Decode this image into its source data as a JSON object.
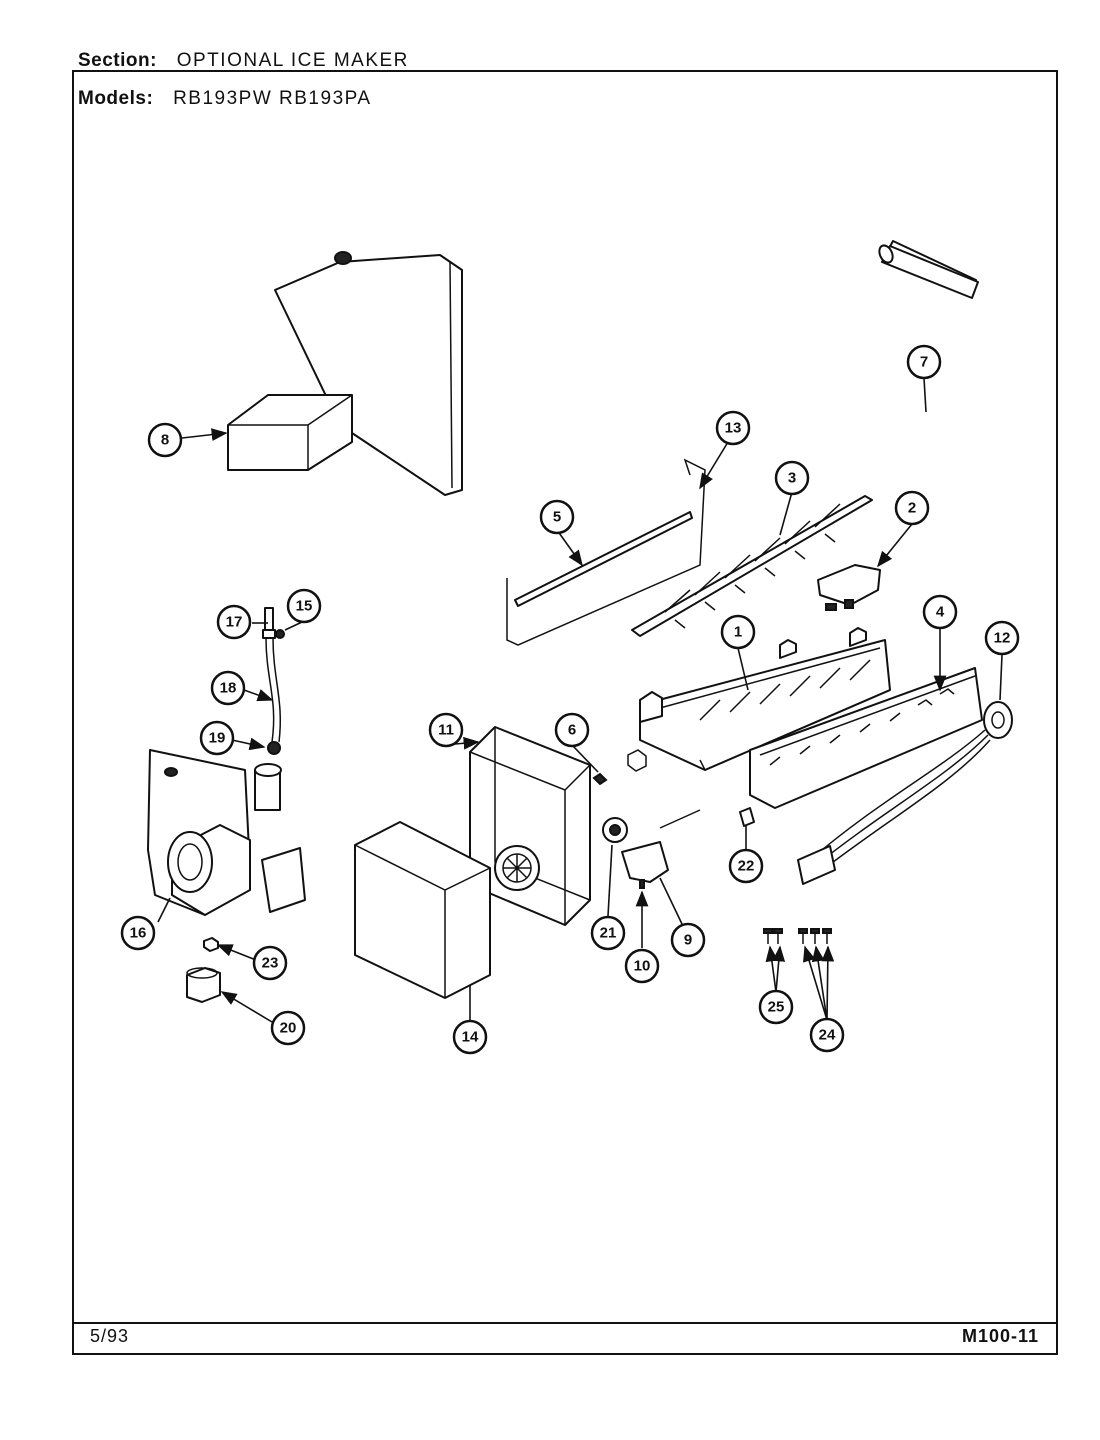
{
  "header": {
    "section_label": "Section:",
    "section_value": "OPTIONAL ICE MAKER",
    "models_label": "Models:",
    "models_value": "RB193PW   RB193PA"
  },
  "footer": {
    "date": "5/93",
    "code": "M100-11"
  },
  "callouts": [
    "1",
    "2",
    "3",
    "4",
    "5",
    "6",
    "7",
    "8",
    "9",
    "10",
    "11",
    "12",
    "13",
    "14",
    "15",
    "16",
    "17",
    "18",
    "19",
    "20",
    "21",
    "22",
    "23",
    "24",
    "25"
  ]
}
